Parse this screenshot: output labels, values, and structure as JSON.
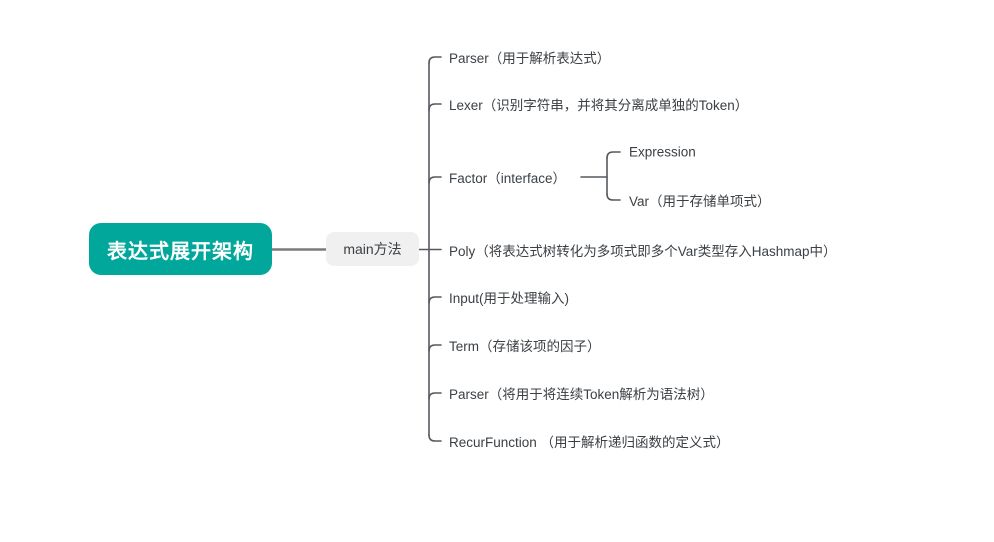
{
  "root": {
    "label": "表达式展开架构"
  },
  "main_node": {
    "label": "main方法"
  },
  "branches": [
    {
      "label": "Parser（用于解析表达式）"
    },
    {
      "label": "Lexer（识别字符串，并将其分离成单独的Token）"
    },
    {
      "label": "Factor（interface）",
      "children": [
        {
          "label": "Expression"
        },
        {
          "label": "Var（用于存储单项式）"
        }
      ]
    },
    {
      "label": "Poly（将表达式树转化为多项式即多个Var类型存入Hashmap中）"
    },
    {
      "label": "Input(用于处理输入)"
    },
    {
      "label": "Term（存储该项的因子）"
    },
    {
      "label": "Parser（将用于将连续Token解析为语法树）"
    },
    {
      "label": "RecurFunction （用于解析递归函数的定义式）"
    }
  ],
  "colors": {
    "root_fill": "#00A79A",
    "root_text": "#FFFFFF",
    "secondary_fill": "#F0F0F1",
    "branch_text": "#3B4045",
    "connector": "#55595E",
    "root_connector": "#7B7B7B",
    "background": "#FFFFFF"
  }
}
